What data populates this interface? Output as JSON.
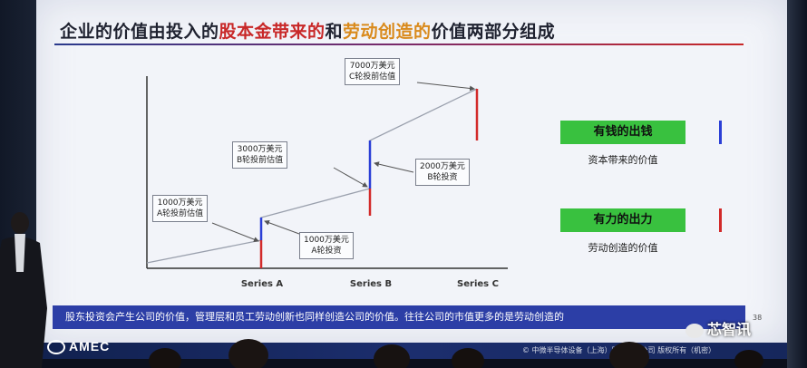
{
  "slide": {
    "title_parts": [
      "企业的价值由投入的",
      "股本金带来的",
      "和",
      "劳动创造的",
      "价值两部分组成"
    ],
    "page_number": "38",
    "caption": "股东投资会产生公司的价值，管理层和员工劳动创新也同样创造公司的价值。往往公司的市值更多的是劳动创造的"
  },
  "chart": {
    "x_labels": [
      "Series A",
      "Series B",
      "Series C"
    ],
    "boxes": {
      "a_pre": [
        "1000万美元",
        "A轮投前估值"
      ],
      "a_inv": [
        "1000万美元",
        "A轮投资"
      ],
      "b_pre": [
        "3000万美元",
        "B轮投前估值"
      ],
      "b_inv": [
        "2000万美元",
        "B轮投资"
      ],
      "c_pre": [
        "7000万美元",
        "C轮投前估值"
      ]
    },
    "colors": {
      "capital": "#2b3fd6",
      "labor": "#d22a2a"
    }
  },
  "legend": {
    "capital_badge": "有钱的出钱",
    "capital_sub": "资本带来的价值",
    "labor_badge": "有力的出力",
    "labor_sub": "劳动创造的价值"
  },
  "footer": {
    "logo": "AMEC",
    "copyright": "© 中微半导体设备（上海）股份有限公司 版权所有（机密）"
  },
  "watermark": "芯智讯"
}
